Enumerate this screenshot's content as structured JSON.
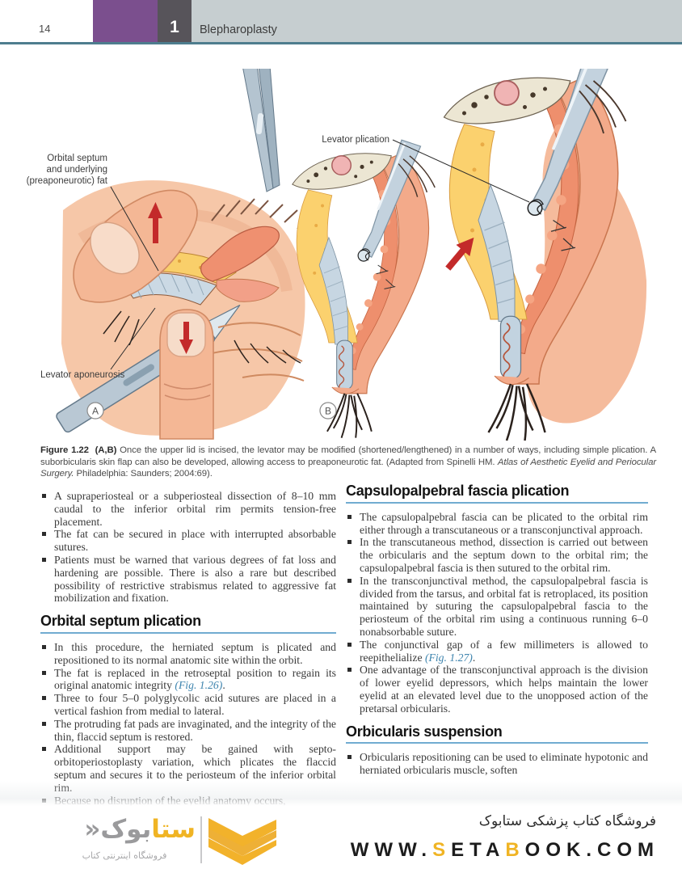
{
  "colors": {
    "purple": "#7b4f8e",
    "chapterbox": "#57545a",
    "headerbar": "#c6ced0",
    "headerline": "#4e7d8e",
    "rule": "#71acd1",
    "figref": "#3e84ae",
    "yellow": "#f0b424",
    "graylogo": "#9a9a9c"
  },
  "header": {
    "page_number": "14",
    "chapter_number": "1",
    "chapter_title": "Blepharoplasty"
  },
  "figure": {
    "panel_a": "A",
    "panel_b": "B",
    "labels": {
      "orbital_septum_lines": [
        "Orbital septum",
        "and underlying",
        "(preaponeurotic) fat"
      ],
      "levator_aponeurosis": "Levator aponeurosis",
      "levator_plication": "Levator plication"
    },
    "caption": {
      "label": "Figure 1.22",
      "panels": "(A,B)",
      "text_before_italic": " Once the upper lid is incised, the levator may be modified (shortened/lengthened) in a number of ways, including simple plication. A suborbicularis skin flap can also be developed, allowing access to preaponeurotic fat. (Adapted from Spinelli HM. ",
      "italic": "Atlas of Aesthetic Eyelid and Periocular Surgery.",
      "text_after_italic": " Philadelphia: Saunders; 2004:69)."
    }
  },
  "columns": {
    "left": {
      "intro_bullets": [
        [
          "A supraperiosteal or a subperiosteal dissection of 8–10 mm caudal to the inferior orbital rim permits tension-free placement."
        ],
        [
          "The fat can be secured in place with interrupted absorbable sutures."
        ],
        [
          "Patients must be warned that various degrees of fat loss and hardening are possible. There is also a rare but described possibility of restrictive strabismus related to aggressive fat mobilization and fixation."
        ]
      ],
      "section_title": "Orbital septum plication",
      "section_bullets": [
        [
          "In this procedure, the herniated septum is plicated and repositioned to its normal anatomic site within the orbit."
        ],
        [
          "The fat is replaced in the retroseptal position to regain its original anatomic integrity ",
          {
            "ref": "(Fig. 1.26)"
          },
          "."
        ],
        [
          "Three to four 5–0 polyglycolic acid sutures are placed in a vertical fashion from medial to lateral."
        ],
        [
          "The protruding fat pads are invaginated, and the integrity of the thin, flaccid septum is restored."
        ],
        [
          "Additional support may be gained with septo-orbitoperiostoplasty variation, which plicates the flaccid septum and secures it to the periosteum of the inferior orbital rim."
        ],
        [
          "Because no disruption of the eyelid anatomy occurs,"
        ]
      ]
    },
    "right": {
      "section1_title": "Capsulopalpebral fascia plication",
      "section1_bullets": [
        [
          "The capsulopalpebral fascia can be plicated to the orbital rim either through a transcutaneous or a transconjunctival approach."
        ],
        [
          "In the transcutaneous method, dissection is carried out between the orbicularis and the septum down to the orbital rim; the capsulopalpebral fascia is then sutured to the orbital rim."
        ],
        [
          "In the transconjunctival method, the capsulopalpebral fascia is divided from the tarsus, and orbital fat is retroplaced, its position maintained by suturing the capsulopalpebral fascia to the periosteum of the orbital rim using a continuous running 6–0 nonabsorbable suture."
        ],
        [
          "The conjunctival gap of a few millimeters is allowed to reepithelialize ",
          {
            "ref": "(Fig. 1.27)"
          },
          "."
        ],
        [
          "One advantage of the transconjunctival approach is the division of lower eyelid depressors, which helps maintain the lower eyelid at an elevated level due to the unopposed action of the pretarsal orbicularis."
        ]
      ],
      "section2_title": "Orbicularis suspension",
      "section2_bullets": [
        [
          "Orbicularis repositioning can be used to eliminate hypotonic and herniated orbicularis muscle, soften"
        ]
      ]
    }
  },
  "footer": {
    "store_line_fa": "فروشگاه کتاب پزشکی ستابوک",
    "url_segments": [
      [
        "WWW.",
        "d"
      ],
      [
        "S",
        "y"
      ],
      [
        "ETA",
        "d"
      ],
      [
        "B",
        "y"
      ],
      [
        "OOK.COM",
        "d"
      ]
    ],
    "logo": {
      "wordmark_right": "ستا",
      "wordmark_left": "بوک",
      "mark": "«",
      "subtext_fa": "فروشگاه اینترنتی کتاب"
    }
  }
}
